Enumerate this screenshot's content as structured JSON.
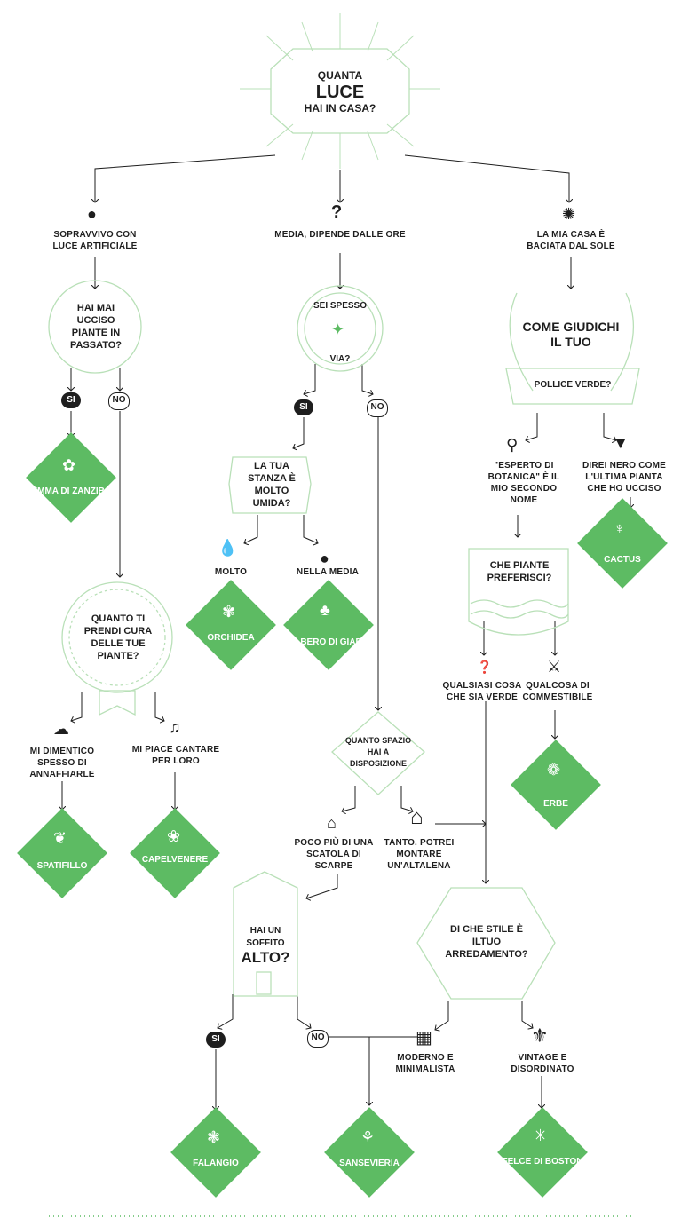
{
  "colors": {
    "accent": "#5dbb63",
    "ink": "#1e1e1e",
    "line": "#b9e0b8"
  },
  "title": {
    "line1": "QUANTA",
    "line2": "LUCE",
    "line3": "HAI IN CASA?"
  },
  "branches": {
    "artificial": "SOPRAVVIVO CON LUCE ARTIFICIALE",
    "medium": "MEDIA, DIPENDE DALLE ORE",
    "sun": "LA MIA CASA È BACIATA DAL SOLE"
  },
  "questions": {
    "killed": "HAI MAI UCCISO PIANTE IN PASSATO?",
    "away_top": "SEI SPESSO",
    "away_bottom": "VIA?",
    "thumb_top": "COME GIUDICHI IL TUO",
    "thumb_ribbon": "POLLICE VERDE?",
    "humid": "LA TUA STANZA È MOLTO UMIDA?",
    "care": "QUANTO TI PRENDI CURA DELLE TUE PIANTE?",
    "space": "QUANTO SPAZIO HAI A DISPOSIZIONE",
    "prefer": "CHE PIANTE PREFERISCI?",
    "ceiling_top": "HAI UN SOFFITO",
    "ceiling_bottom": "ALTO?",
    "style": "DI CHE STILE È ILTUO ARREDAMENTO?"
  },
  "answers": {
    "si": "SI",
    "no": "NO",
    "expert": "\"ESPERTO DI BOTANICA\" È IL MIO SECONDO NOME",
    "black": "DIREI NERO COME L'ULTIMA PIANTA CHE HO UCCISO",
    "molto": "MOLTO",
    "media": "NELLA MEDIA",
    "green": "QUALSIASI COSA CHE SIA VERDE",
    "edible": "QUALCOSA DI COMMESTIBILE",
    "forget": "MI DIMENTICO SPESSO DI ANNAFFIARLE",
    "sing": "MI PIACE CANTARE PER LORO",
    "small": "POCO PIÙ DI UNA SCATOLA DI SCARPE",
    "big": "TANTO. POTREI MONTARE UN'ALTALENA",
    "modern": "MODERNO E MINIMALISTA",
    "vintage": "VINTAGE E DISORDINATO"
  },
  "plants": {
    "zanzibar": "GEMMA DI ZANZIBAR",
    "cactus": "CACTUS",
    "orchidea": "ORCHIDEA",
    "giada": "ALBERO DI GIADA",
    "erbe": "ERBE",
    "spatifillo": "SPATIFILLO",
    "capelvenere": "CAPELVENERE",
    "falangio": "FALANGIO",
    "sansevieria": "SANSEVIERIA",
    "felce": "FELCE DI BOSTON"
  },
  "icons": {
    "bulb": "bulb-icon",
    "question": "question-icon",
    "sun": "sun-icon",
    "drops": "drops-icon",
    "drop": "drop-icon",
    "note": "music-note-icon",
    "cloud": "thought-cloud-icon",
    "house_small": "small-house-icon",
    "house_big": "big-house-icon",
    "grid": "grid-icon",
    "fleur": "fleur-de-lis-icon",
    "spoon": "trowel-icon",
    "pot": "dead-plant-pot-icon",
    "cutlery": "cutlery-icon"
  }
}
